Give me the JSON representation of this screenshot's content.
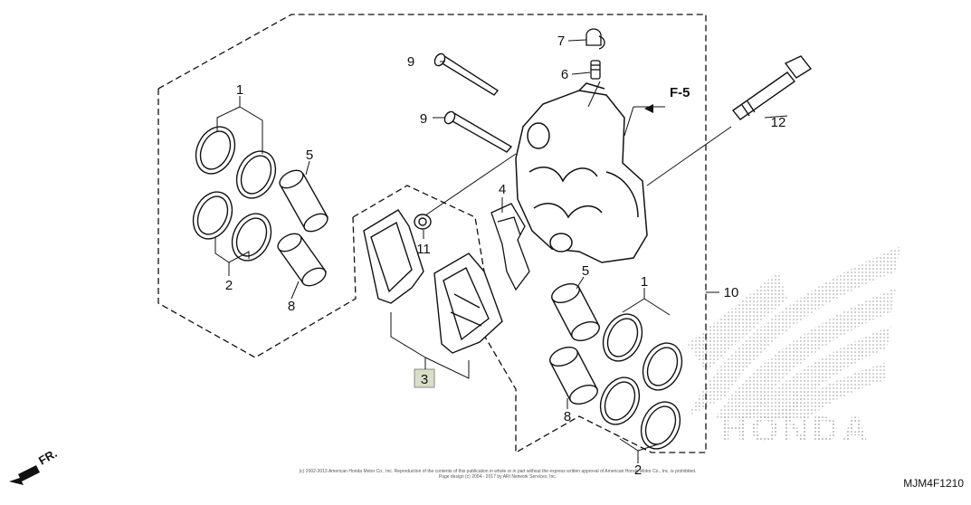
{
  "callouts": {
    "c1a": "1",
    "c1b": "1",
    "c2a": "2",
    "c2b": "2",
    "c3": "3",
    "c4": "4",
    "c5a": "5",
    "c5b": "5",
    "c6": "6",
    "c7": "7",
    "c8a": "8",
    "c8b": "8",
    "c9a": "9",
    "c9b": "9",
    "c10": "10",
    "c11": "11",
    "c12": "12"
  },
  "ref_label": "F-5",
  "front_label": "FR.",
  "watermark_brand": "HONDA",
  "copyright_line1": "(c) 2002-2013 American Honda Motor Co., Inc. Reproduction of the contents of this publication in whole or in part without the express written approval of American Honda Motor Co., Inc. is prohibited.",
  "copyright_line2": "Page design (c) 2004 - 2017 by ARI Network Services, Inc.",
  "diagram_id": "MJM4F1210",
  "colors": {
    "line": "#111111",
    "highlight": "#d9dfc6",
    "watermark": "#9a9a9a"
  }
}
